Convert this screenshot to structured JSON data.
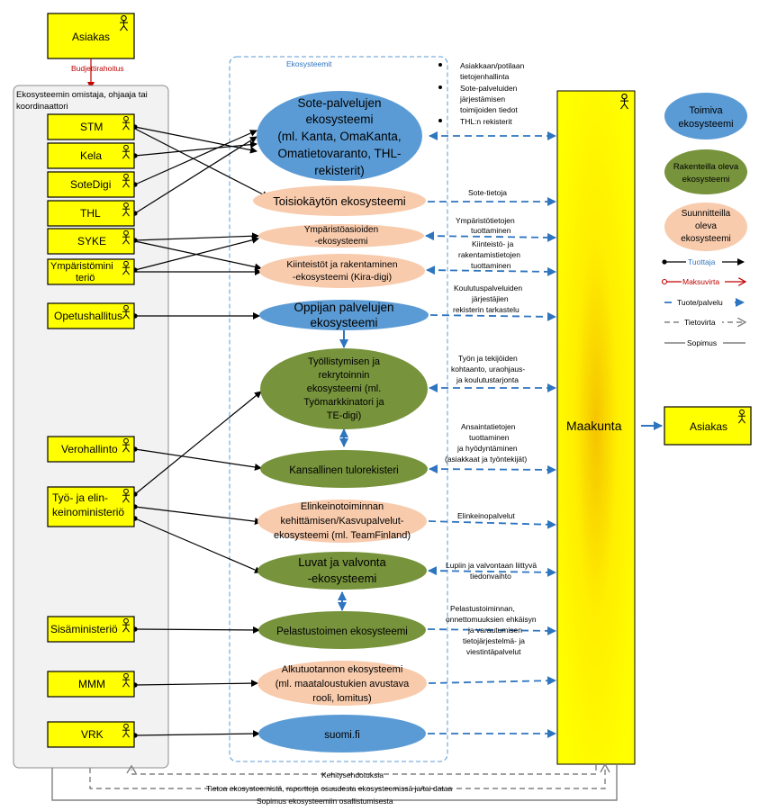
{
  "diagram": {
    "top_customer": "Asiakas",
    "funding_label": "Budjettirahoitus",
    "owners_group_label_1": "Ekosysteemin omistaja, ohjaaja tai",
    "owners_group_label_2": "koordinaattori",
    "ecosystems_group_label": "Ekosysteemit",
    "owners": {
      "stm": "STM",
      "kela": "Kela",
      "sotedigi": "SoteDigi",
      "thl": "THL",
      "syke": "SYKE",
      "ym_1": "Ympäristömini",
      "ym_2": "teriö",
      "oph": "Opetushallitus",
      "vero": "Verohallinto",
      "tem_1": "Työ- ja elin-",
      "tem_2": "keinoministeriö",
      "sm": "Sisäministeriö",
      "mmm": "MMM",
      "vrk": "VRK"
    },
    "ecosystems": {
      "sote_1": "Sote-palvelujen",
      "sote_2": "ekosysteemi",
      "sote_3": "(ml. Kanta, OmaKanta,",
      "sote_4": "Omatietovaranto, THL-",
      "sote_5": "rekisterit)",
      "toisio": "Toisiokäytön ekosysteemi",
      "ymp_1": "Ympäristöasioiden",
      "ymp_2": "-ekosysteemi",
      "kira_1": "Kiinteistöt ja rakentaminen",
      "kira_2": "-ekosysteemi (Kira-digi)",
      "oppija_1": "Oppijan palvelujen",
      "oppija_2": "ekosysteemi",
      "tyo_1": "Työllistymisen ja",
      "tyo_2": "rekrytoinnin",
      "tyo_3": "ekosysteemi (ml.",
      "tyo_4": "Työmarkkinatori ja",
      "tyo_5": "TE-digi)",
      "tulo": "Kansallinen tulorekisteri",
      "elin_1": "Elinkeinotoiminnan",
      "elin_2": "kehittämisen/Kasvupalvelut-",
      "elin_3": "ekosysteemi (ml. TeamFinland)",
      "luvat_1": "Luvat ja valvonta",
      "luvat_2": "-ekosysteemi",
      "pela": "Pelastustoimen ekosysteemi",
      "alku_1": "Alkutuotannon ekosysteemi",
      "alku_2": "(ml. maataloustukien avustava",
      "alku_3": "rooli, lomitus)",
      "suomi": "suomi.fi"
    },
    "bullets": [
      "Asiakkaan/potilaan",
      "tietojenhallinta",
      "Sote-palveluiden",
      "järjestämisen",
      "toimijoiden tiedot",
      "THL:n rekisterit"
    ],
    "flow_labels": {
      "sote_tietoja": "Sote-tietoja",
      "ymp_1": "Ympäristötietojen",
      "ymp_2": "tuottaminen",
      "kira_1": "Kiinteistö- ja",
      "kira_2": "rakentamistietojen",
      "kira_3": "tuottaminen",
      "kou_1": "Koulutuspalveluiden",
      "kou_2": "järjestäjien",
      "kou_3": "rekisterin tarkastelu",
      "tyo_1": "Työn ja tekijöiden",
      "tyo_2": "kohtaanto, uraohjaus-",
      "tyo_3": "ja koulutustarjonta",
      "ans_1": "Ansaintatietojen",
      "ans_2": "tuottaminen",
      "ans_3": "ja hyödyntäminen",
      "ans_4": "(asiakkaat ja työntekijät)",
      "elinkeino": "Elinkeinopalvelut",
      "lup_1": "Lupiin ja valvontaan liittyvä",
      "lup_2": "tiedonvaihto",
      "pel_1": "Pelastustoiminnan,",
      "pel_2": "onnettomuuksien ehkäisyn",
      "pel_3": "ja varautumisen",
      "pel_4": "tietojärjestelmä- ja",
      "pel_5": "viestintäpalvelut"
    },
    "maakunta": "Maakunta",
    "right_customer": "Asiakas",
    "legend": {
      "toimiva_1": "Toimiva",
      "toimiva_2": "ekosysteemi",
      "rak_1": "Rakenteilla oleva",
      "rak_2": "ekosysteemi",
      "suun_1": "Suunnitteilla",
      "suun_2": "oleva",
      "suun_3": "ekosysteemi",
      "tuottaja": "Tuottaja",
      "maksuvirta": "Maksuvirta",
      "tuote": "Tuote/palvelu",
      "tietovirta": "Tietovirta",
      "sopimus": "Sopimus"
    },
    "bottom": {
      "kehitys": "Kehitysehdotuksia",
      "tietoa": "Tietoa ekosysteemistä, raportteja osuudesta ekosysteemissä ja/tai dataa",
      "sopimus": "Sopimus ekosysteemiin osallistumisesta"
    },
    "colors": {
      "actor_fill": "#ffff00",
      "toimiva": "#5b9bd5",
      "rakenteilla": "#77933c",
      "suunnitteilla": "#f8cbad",
      "flow_blue": "#2e75c0",
      "payment_red": "#c00000",
      "gray": "#808080"
    }
  }
}
